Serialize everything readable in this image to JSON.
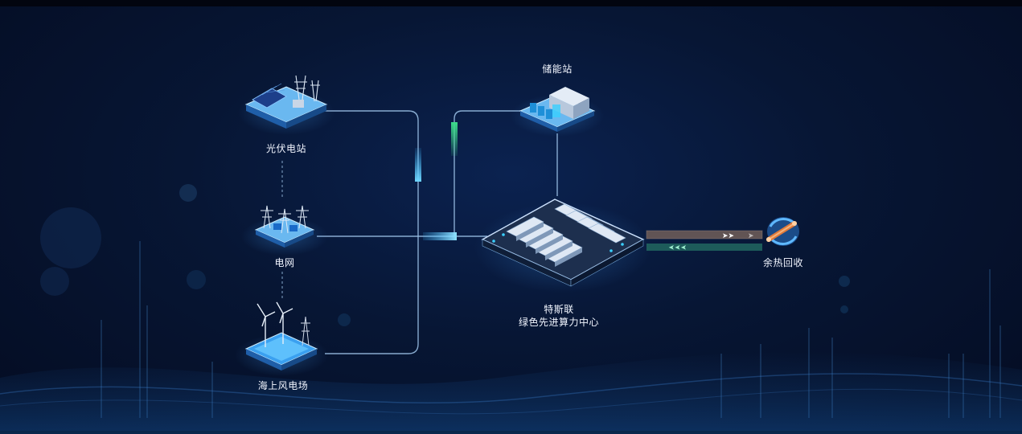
{
  "nodes": {
    "pv_station": "光伏电站",
    "grid": "电网",
    "offshore_wind": "海上风电场",
    "storage_station": "储能站",
    "data_center_line1": "特斯联",
    "data_center_line2": "绿色先进算力中心",
    "heat_recovery": "余热回收"
  },
  "icons": {
    "pv_station": "solar-panel-substation-icon",
    "grid": "power-pylon-icon",
    "offshore_wind": "wind-turbine-icon",
    "storage_station": "battery-storage-icon",
    "data_center": "server-rack-campus-icon",
    "heat_recovery": "heat-exchanger-pipe-icon"
  },
  "colors": {
    "line": "#9fc4ea",
    "accent_cyan": "#3fb8ff",
    "accent_green": "#3cdc8a",
    "heat_brown": "#6b5b58",
    "heat_teal": "#1f5f5c"
  }
}
